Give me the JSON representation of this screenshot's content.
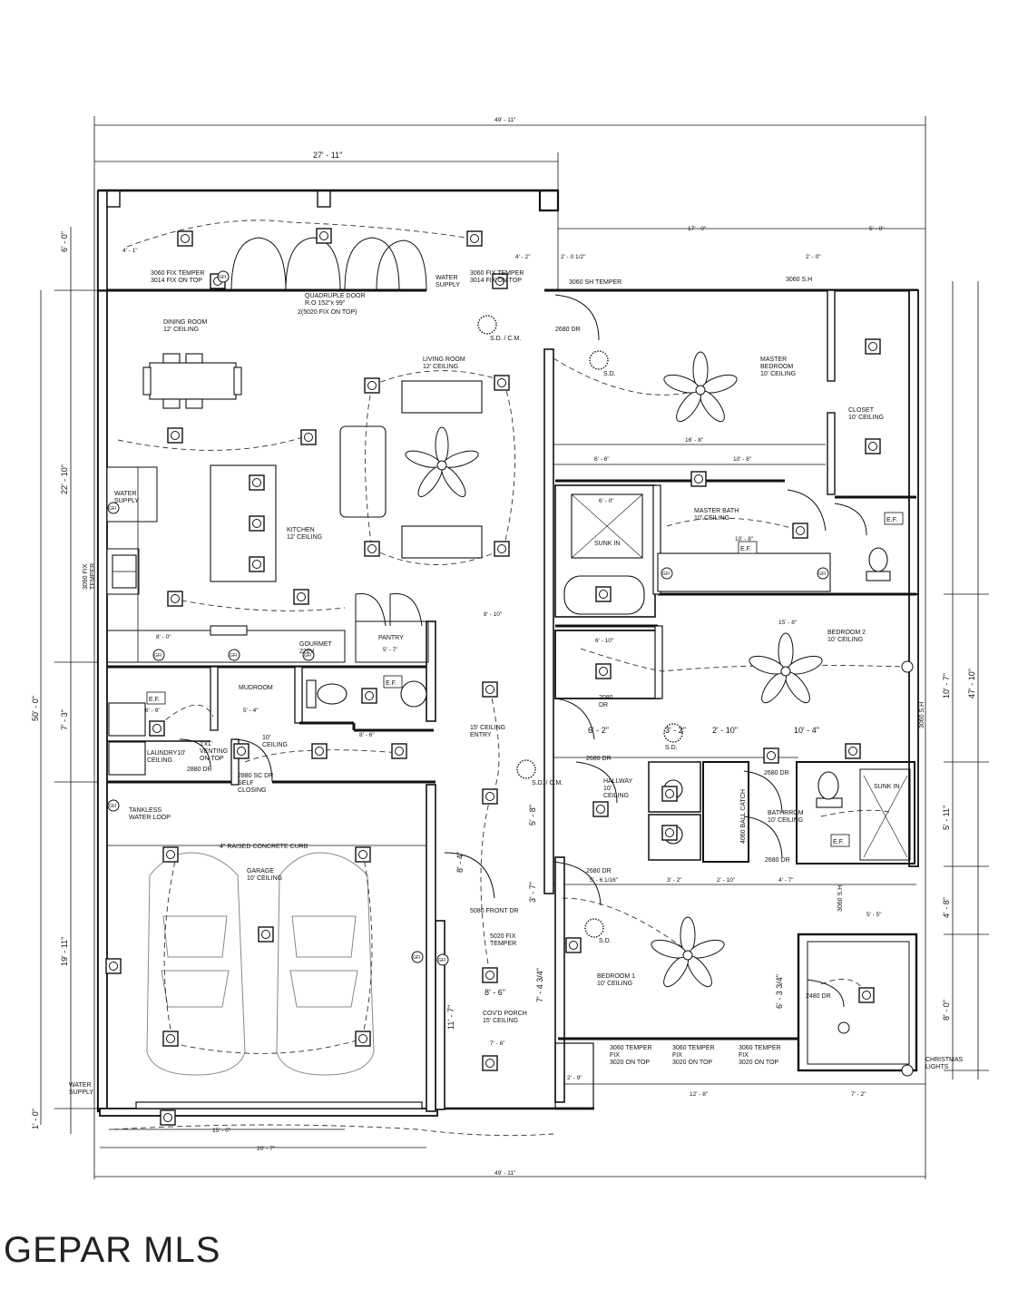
{
  "watermark": "GEPAR MLS",
  "dims": {
    "overall_top": "49' - 11\"",
    "overall_bottom": "49' - 11\"",
    "top_left_run": "27' - 11\"",
    "right_top_a": "17' - 0\"",
    "right_top_b": "5' - 0\"",
    "left_6": "6' - 0\"",
    "left_22": "22' - 10\"",
    "left_7": "7' - 3\"",
    "left_19": "19' - 11\"",
    "left_1": "1' - 0\"",
    "left_50": "50' - 0\"",
    "right_47": "47' - 10\"",
    "right_10_7": "10' - 7\"",
    "right_5_11": "5' - 11\"",
    "right_4_8": "4' - 8\"",
    "right_8_0": "8' - 0\"",
    "hall_6_2": "6' - 2\"",
    "hall_3_2": "3' - 2\"",
    "hall_2_10": "2' - 10\"",
    "bed2_10_4": "10' - 4\"",
    "porch_8_6": "8' - 6\"",
    "porch_7_4": "7' - 4 3/4\"",
    "porch_11_7": "11' - 7\"",
    "bed1_6_3": "6' - 3 3/4\"",
    "entry_5_8": "5' - 8\"",
    "entry_3_7": "3' - 7\"",
    "garage_8_4": "8' - 4\"",
    "d_4_1": "4' - 1\"",
    "d_4_2": "4' - 2\"",
    "d_2_0half": "2' - 0 1/2\"",
    "d_2_0": "2' - 0\"",
    "d_6_6": "6' - 6\"",
    "d_16_8": "16' - 8\"",
    "d_10_8": "10' - 8\"",
    "d_6_0": "6' - 0\"",
    "d_15_8": "15' - 8\"",
    "d_6_10": "6' - 10\"",
    "d_8_10": "8' - 10\"",
    "d_8_0": "8' - 0\"",
    "d_5_7": "5' - 7\"",
    "d_5_4": "5' - 4\"",
    "d_8_6": "8' - 6\"",
    "d_6_9": "6' - 9\"",
    "d_15_0": "15' - 0\"",
    "d_20_7": "20' - 7\"",
    "d_7_6": "7' - 6\"",
    "d_2_9": "2' - 9\"",
    "d_12_8": "12' - 8\"",
    "d_7_2": "7' - 2\"",
    "d_3_2b": "3' - 2\"",
    "d_2_10b": "2' - 10\"",
    "d_4_7": "4' - 7\"",
    "d_5_5": "5' - 5\"",
    "d_5_6_16": "5' - 6 1/16\"",
    "d_10_8b": "10' - 8\""
  },
  "labels": {
    "dining": [
      "DINING ROOM",
      "12' CEILING"
    ],
    "living": [
      "LIVING ROOM",
      "12' CEILING"
    ],
    "kitchen": [
      "KITCHEN",
      "12' CEILING"
    ],
    "master": [
      "MASTER",
      "BEDROOM",
      "10' CEILING"
    ],
    "closet": [
      "CLOSET",
      "10' CEILING"
    ],
    "master_bath": [
      "MASTER BATH",
      "10' CEILING"
    ],
    "bedroom2": [
      "BEDROOM 2",
      "10' CEILING"
    ],
    "bedroom1": [
      "BEDROOM 1",
      "10' CEILING"
    ],
    "bathroom": [
      "BATHRROM",
      "10' CEILING"
    ],
    "hallway": [
      "HALLWAY",
      "10'",
      "CEILING"
    ],
    "entry": [
      "15' CEILING",
      "ENTRY"
    ],
    "porch": [
      "COV'D PORCH",
      "15' CEILING"
    ],
    "garage": [
      "GARAGE",
      "10' CEILING"
    ],
    "mudroom": "MUDROOM",
    "laundry": [
      "LAUNDRY10'",
      "CEILING"
    ],
    "pantry": "PANTRY",
    "gourmet": [
      "GOURMET",
      "220V"
    ],
    "ceiling10": [
      "10'",
      "CEILING"
    ],
    "sunk_in_a": "SUNK IN",
    "sunk_in_b": "SUNK IN",
    "water_supply_left": [
      "WATER",
      "SUPPLY"
    ],
    "water_supply_top": [
      "WATER",
      "SUPPLY"
    ],
    "water_supply_bottom": [
      "WATER",
      "SUPPLY"
    ],
    "tankless": [
      "TANKLESS",
      "WATER LOOP"
    ],
    "curb": "4\" RAISED CONCRETE CURB",
    "quad_door": [
      "QUADRUPLE DOOR",
      "R.O  152\"x 99\"",
      "2(5020 FIX ON TOP)"
    ],
    "win_left": [
      "3060 FIX TEMPER",
      "3014 FIX ON TOP"
    ],
    "win_right": [
      "3060 FIX TEMPER",
      "3014 FIX ON TOP"
    ],
    "sh_temper": "3060 SH TEMPER",
    "sh_3060": "3060 S.H",
    "sh_vert1": "3060 S.H",
    "sh_vert2": "3060 S.H",
    "sd_cm_top": "S.D.   / C.M.",
    "sd_top": "S.D.",
    "sd_cm_mid": "S.D. / C.M.",
    "sd_mid": "S.D.",
    "sd_bed1": "S.D.",
    "dr_2680_a": "2680 DR",
    "dr_2680_b": "2680 DR",
    "dr_2680_c": "2680 DR",
    "dr_2680_d": "2680 DR",
    "dr_2680_e": "2680 DR",
    "dr_2080": [
      "2080",
      "DR"
    ],
    "dr_2880": "2880 DR",
    "dr_2880sc": [
      "2880 SC DR",
      "SELF",
      "CLOSING"
    ],
    "dr_2480": "2480 DR",
    "dr_5080": "5080 FRONT DR",
    "dr_5020": [
      "5020 FIX",
      "TEMPER"
    ],
    "ball_catch": "4060 BALL CATCH",
    "venting": [
      "1'x1'",
      "VENTING",
      "ON TOP"
    ],
    "win_b1a": [
      "3060 TEMPER",
      "FIX",
      "3020 ON TOP"
    ],
    "win_b1b": [
      "3060 TEMPER",
      "FIX",
      "3020 ON TOP"
    ],
    "win_b1c": [
      "3060 TEMPER",
      "FIX",
      "3020 ON TOP"
    ],
    "christmas": [
      "CHRISTMAS",
      "LIGHTS"
    ],
    "win_3090": [
      "3090 FIX",
      "TEMPER"
    ],
    "ef": "E.F.",
    "gfi": "GFI"
  },
  "icons": [
    "ceiling-light-icon",
    "ceiling-fan-icon",
    "smoke-detector-icon",
    "car-icon",
    "toilet-icon",
    "sink-icon",
    "bathtub-icon",
    "switch-icon",
    "gfi-outlet-icon",
    "exhaust-fan-icon"
  ]
}
